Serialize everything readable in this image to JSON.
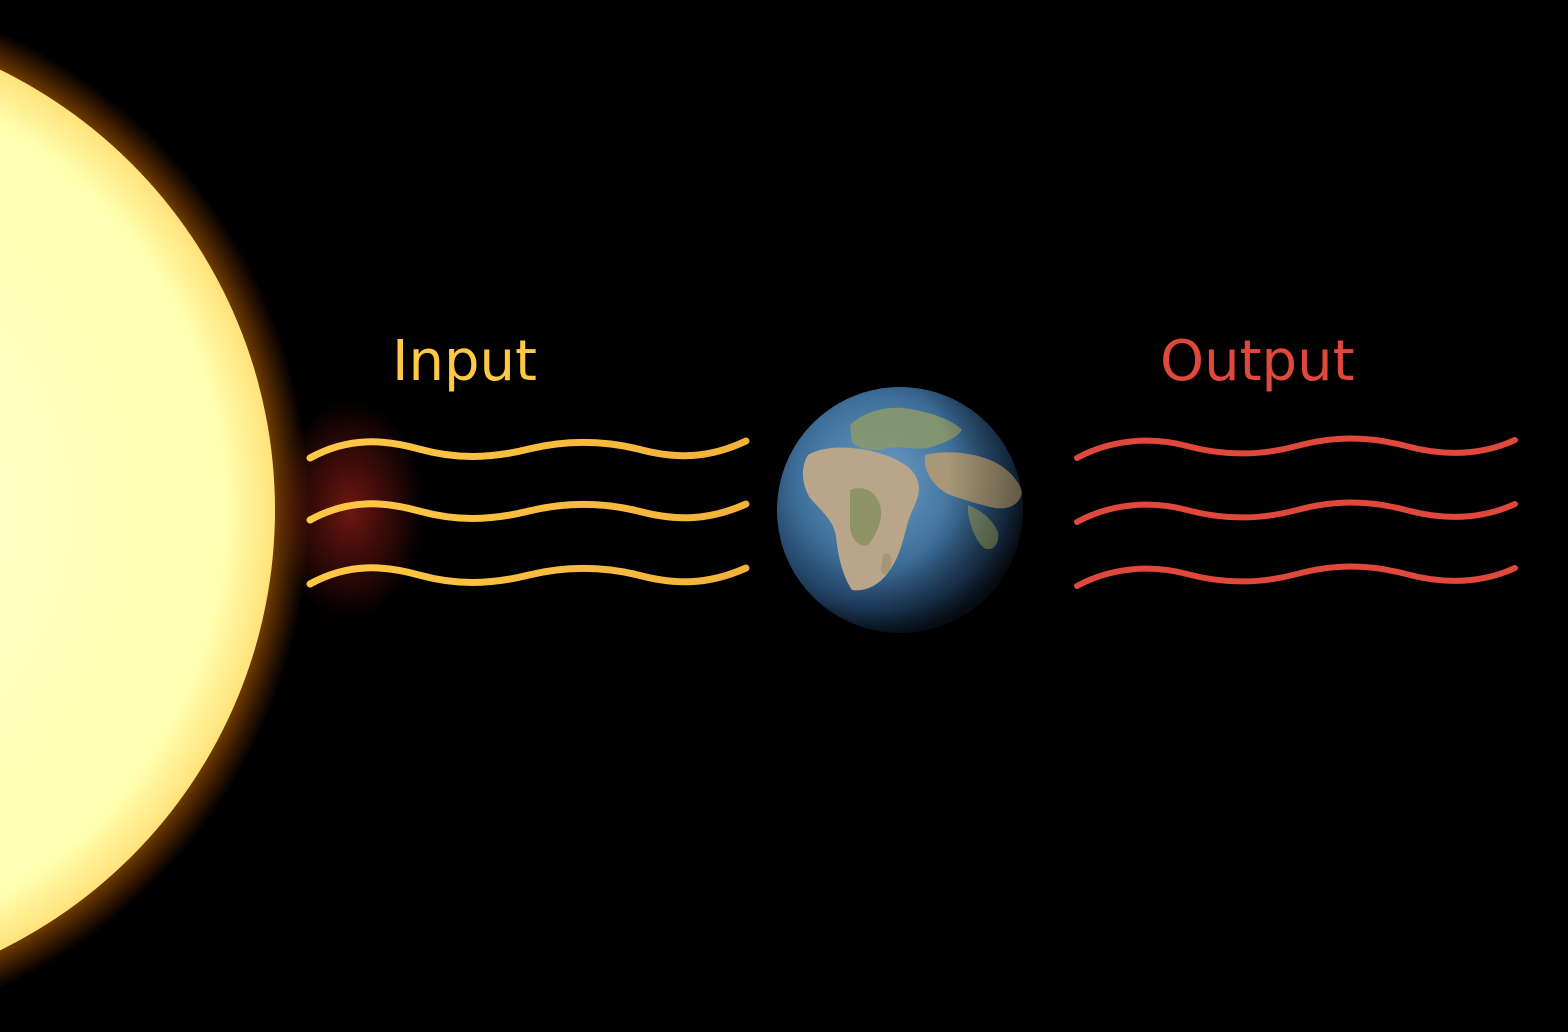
{
  "labels": {
    "input": "Input",
    "output": "Output"
  },
  "colors": {
    "background": "#000000",
    "sun_core": "#FFFFC8",
    "sun_glow": "#FFB400",
    "input": "#FFC845",
    "output": "#E0483B",
    "earth_ocean": "#3E6F9A",
    "earth_land": "#B8A58A"
  },
  "elements": {
    "sun": "sun",
    "earth": "earth",
    "incoming_rays": 3,
    "outgoing_rays": 3
  }
}
